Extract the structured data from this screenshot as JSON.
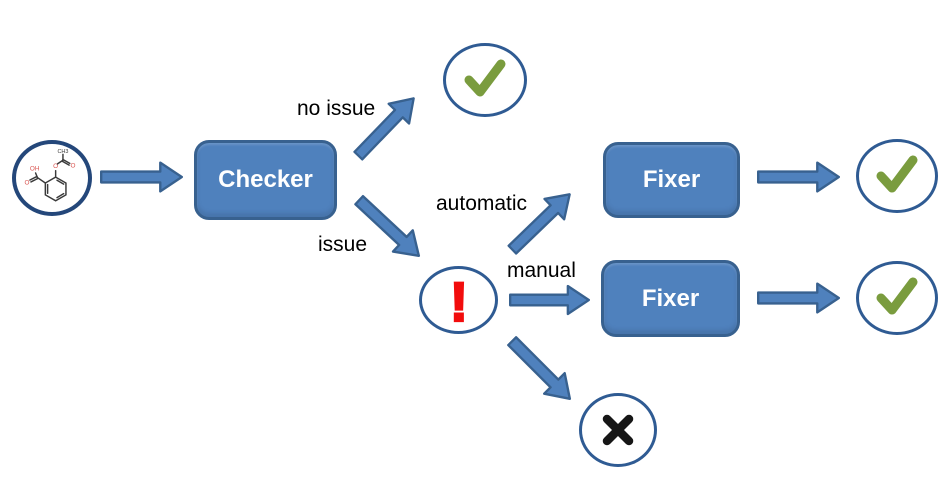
{
  "diagram": {
    "type": "flowchart",
    "background": "#ffffff",
    "colors": {
      "shape_fill": "#4f81bd",
      "shape_border": "#38618f",
      "circle_border": "#2f5b93",
      "molecule_border": "#24477a",
      "check_green": "#7a9c3e",
      "alert_red": "#f20d0d",
      "cross_black": "#161616",
      "label_text": "#000000",
      "box_label_text": "#ffffff",
      "bond_color": "#3a3a3a",
      "heteroatom_red": "#d9534f"
    },
    "nodes": {
      "input_molecule": {
        "name": "aspirin molecule structure",
        "icon": "aspirin-structure"
      },
      "checker": {
        "label": "Checker"
      },
      "outcome_no_issue": {
        "icon": "checkmark"
      },
      "issue_found": {
        "icon": "exclamation",
        "glyph": "!"
      },
      "fixer_automatic": {
        "label": "Fixer"
      },
      "fixer_manual": {
        "label": "Fixer"
      },
      "outcome_fixed_automatic": {
        "icon": "checkmark"
      },
      "outcome_fixed_manual": {
        "icon": "checkmark"
      },
      "outcome_rejected": {
        "icon": "cross"
      }
    },
    "edge_labels": {
      "no_issue": "no issue",
      "issue": "issue",
      "automatic": "automatic",
      "manual": "manual"
    },
    "edges": [
      {
        "from": "input_molecule",
        "to": "checker",
        "label": ""
      },
      {
        "from": "checker",
        "to": "outcome_no_issue",
        "label": "no issue"
      },
      {
        "from": "checker",
        "to": "issue_found",
        "label": "issue"
      },
      {
        "from": "issue_found",
        "to": "fixer_automatic",
        "label": "automatic"
      },
      {
        "from": "issue_found",
        "to": "fixer_manual",
        "label": "manual"
      },
      {
        "from": "issue_found",
        "to": "outcome_rejected",
        "label": ""
      },
      {
        "from": "fixer_automatic",
        "to": "outcome_fixed_automatic",
        "label": ""
      },
      {
        "from": "fixer_manual",
        "to": "outcome_fixed_manual",
        "label": ""
      }
    ],
    "molecule": {
      "labels": {
        "oh": "OH",
        "o_carboxyl": "O",
        "o_ester": "O",
        "o_carbonyl": "O",
        "ch3": "CH3"
      }
    }
  }
}
